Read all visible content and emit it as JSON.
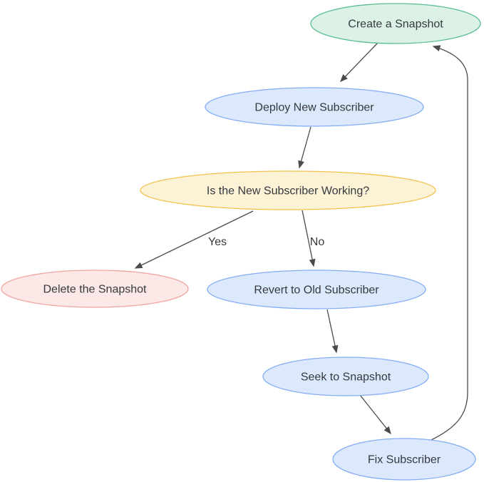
{
  "diagram": {
    "type": "flowchart",
    "background": "#ffffff",
    "edge_color": "#4b4b4b",
    "text_color": "#35393e",
    "nodes": [
      {
        "id": "create-a-snapshot",
        "label": "Create a Snapshot",
        "fill": "#dcf2e7",
        "stroke": "#57bd90"
      },
      {
        "id": "deploy-new-subscriber",
        "label": "Deploy New Subscriber",
        "fill": "#dce9fc",
        "stroke": "#82adf5"
      },
      {
        "id": "is-the-new-subscriber-working",
        "label": "Is the New Subscriber Working?",
        "fill": "#fcf2d6",
        "stroke": "#f2c14a"
      },
      {
        "id": "delete-the-snapshot",
        "label": "Delete the Snapshot",
        "fill": "#fce9e7",
        "stroke": "#f0a49e"
      },
      {
        "id": "revert-to-old-subscriber",
        "label": "Revert to Old Subscriber",
        "fill": "#dce9fc",
        "stroke": "#82adf5"
      },
      {
        "id": "seek-to-snapshot",
        "label": "Seek to Snapshot",
        "fill": "#dce9fc",
        "stroke": "#82adf5"
      },
      {
        "id": "fix-subscriber",
        "label": "Fix Subscriber",
        "fill": "#dce9fc",
        "stroke": "#82adf5"
      }
    ],
    "edges": [
      {
        "from": "create-a-snapshot",
        "to": "deploy-new-subscriber",
        "label": ""
      },
      {
        "from": "deploy-new-subscriber",
        "to": "is-the-new-subscriber-working",
        "label": ""
      },
      {
        "from": "is-the-new-subscriber-working",
        "to": "delete-the-snapshot",
        "label": "Yes"
      },
      {
        "from": "is-the-new-subscriber-working",
        "to": "revert-to-old-subscriber",
        "label": "No"
      },
      {
        "from": "revert-to-old-subscriber",
        "to": "seek-to-snapshot",
        "label": ""
      },
      {
        "from": "seek-to-snapshot",
        "to": "fix-subscriber",
        "label": ""
      },
      {
        "from": "fix-subscriber",
        "to": "create-a-snapshot",
        "label": ""
      }
    ]
  }
}
